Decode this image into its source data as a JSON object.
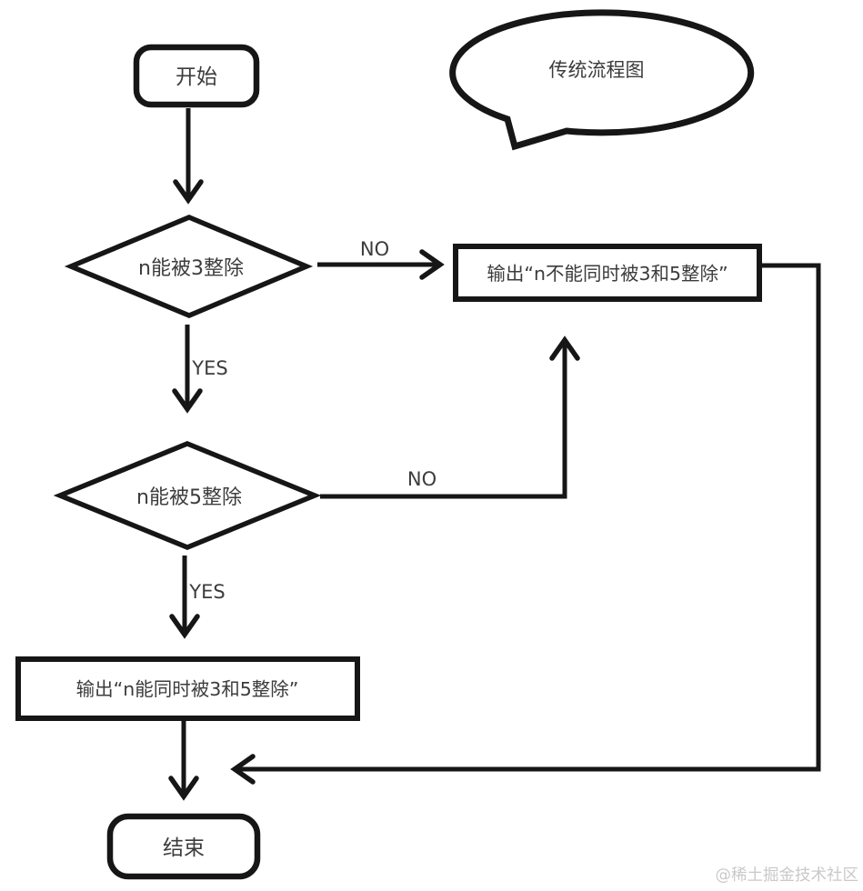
{
  "annotation": {
    "label": "传统流程图"
  },
  "nodes": {
    "start": {
      "label": "开始",
      "type": "terminator"
    },
    "decision_div3": {
      "label": "n能被3整除",
      "type": "decision"
    },
    "decision_div5": {
      "label": "n能被5整除",
      "type": "decision"
    },
    "output_not_both": {
      "label": "输出“n不能同时被3和5整除”",
      "type": "process"
    },
    "output_both": {
      "label": "输出“n能同时被3和5整除”",
      "type": "process"
    },
    "end": {
      "label": "结束",
      "type": "terminator"
    }
  },
  "edge_labels": {
    "decision_div3_no": "NO",
    "decision_div3_yes": "YES",
    "decision_div5_no": "NO",
    "decision_div5_yes": "YES"
  },
  "watermark": "@稀土掘金技术社区",
  "colors": {
    "line": "#161616",
    "text": "#3c3c3c",
    "watermark": "#c9c9c9"
  }
}
